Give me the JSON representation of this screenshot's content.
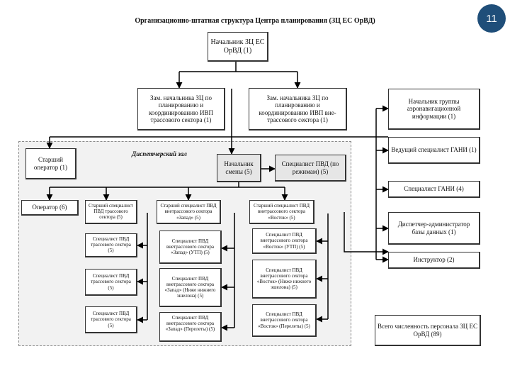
{
  "title": "Организационно-штатная структура Центра планирования (ЗЦ ЕС ОрВД)",
  "slide_number": "11",
  "hall_label": "Диспетчерский зал",
  "boxes": {
    "head": "Начальник ЗЦ ЕС ОрВД (1)",
    "deputy_ivp": "Зам. начальника ЗЦ по планированию и координированию ИВП трассового сектора (1)",
    "deputy_non_route": "Зам. начальника ЗЦ по планированию и координированию ИВП вне-трассового сектора (1)",
    "group_head": "Начальник группы аэронавигационной информации (1)",
    "lead_gani": "Ведущий специалист ГАНИ (1)",
    "gani": "Специалист ГАНИ (4)",
    "dispatcher_admin": "Диспетчер-администратор базы данных (1)",
    "instructor": "Инструктор (2)",
    "total": "Всего численность персонала ЗЦ ЕС ОрВД (89)",
    "senior_operator": "Старший оператор (1)",
    "shift_head": "Начальник смены (5)",
    "ivp_regimes": "Специалист ПВД (по режимам) (5)",
    "operator": "Оператор (6)",
    "senior_route": "Старший специалист ПВД трассового сектора (5)",
    "route_1": "Специалист ПВД трассового сектора (5)",
    "route_2": "Специалист ПВД трассового сектора (5)",
    "route_3": "Специалист ПВД трассового сектора (5)",
    "senior_west": "Старший специалист ПВД внетрассового сектора «Запад» (5)",
    "west_utp": "Специалист ПВД внетрассового сектора «Запад» (УТП) (5)",
    "west_low": "Специалист ПВД внетрассового сектора «Запад» (Ниже нижнего эшелона) (5)",
    "west_flights": "Специалист ПВД внетрассового сектора «Запад» (Перелеты) (5)",
    "senior_east": "Старший специалист ПВД внетрассового сектора «Восток» (5)",
    "east_utp": "Специалист ПВД внетрассового сектора «Восток» (УТП) (5)",
    "east_low": "Специалист ПВД внетрассового сектора «Восток» (Ниже нижнего эшелона) (5)",
    "east_flights": "Специалист ПВД внетрассового сектора «Восток» (Перелеты) (5)"
  },
  "colors": {
    "badge": "#1f4e79",
    "hall_background": "#f2f2f2",
    "gray_box": "#e6e6e6",
    "line": "#000000"
  }
}
